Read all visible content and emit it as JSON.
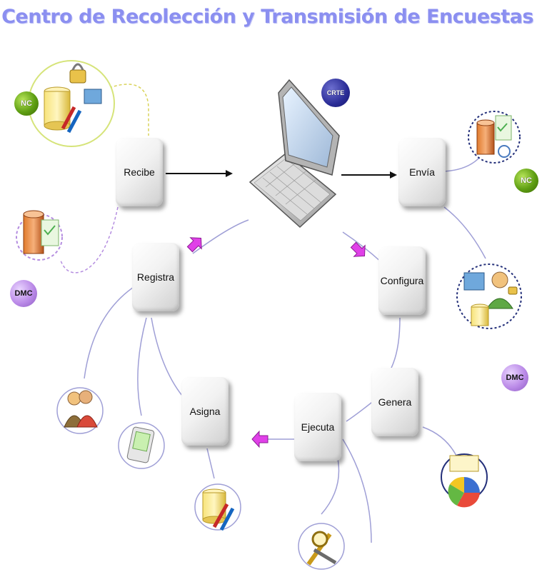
{
  "title": "Centro de Recolección  y Transmisión de Encuestas",
  "badges": {
    "crte": "CRTE",
    "nc_left": "NC",
    "dmc_left": "DMC",
    "nc_right": "NC",
    "dmc_right": "DMC"
  },
  "nodes": {
    "recibe": "Recibe",
    "envia": "Envía",
    "registra": "Registra",
    "configura": "Configura",
    "asigna": "Asigna",
    "ejecuta": "Ejecuta",
    "genera": "Genera"
  },
  "colors": {
    "title": "#8b8ff0",
    "arrow_magenta": "#e040e8",
    "connector": "#9f9fd6"
  }
}
